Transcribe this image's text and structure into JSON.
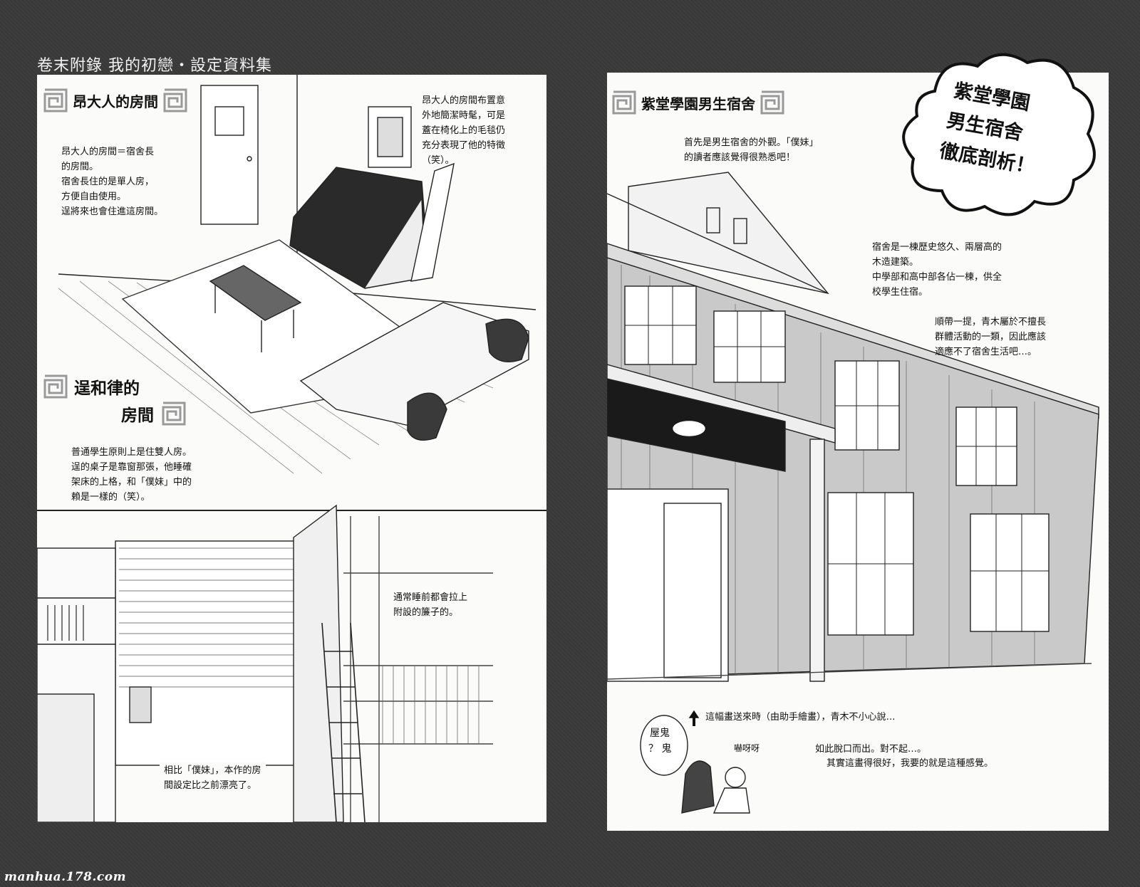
{
  "page_header": "卷末附錄 我的初戀・設定資料集",
  "left": {
    "room1_title": "昂大人的房間",
    "room1_note_a": "昂大人的房間＝宿舍長\n的房間。\n宿舍長住的是單人房，\n方便自由使用。\n逞將來也會住進這房間。",
    "room1_note_b": "昂大人的房間布置意\n外地簡潔時髦，可是\n蓋在椅化上的毛毯仍\n充分表現了他的特徵\n（笑）。",
    "room2_title_1": "逞和律的",
    "room2_title_2": "房間",
    "room2_note": "普通學生原則上是住雙人房。\n逞的桌子是靠窗那張，他睡確\n架床的上格，和「僕妹」中的\n賴是一樣的（笑）。",
    "curtain_note": "通常睡前都會拉上\n附設的簾子的。",
    "compare_note": "相比「僕妹」，本作的房\n間設定比之前漂亮了。"
  },
  "right": {
    "dorm_title": "紫堂學園男生宿舍",
    "exterior_note": "首先是男生宿舍的外觀。「僕妹」\n的讀者應該覺得很熟悉吧！",
    "history_note": "宿舍是一棟歷史悠久、兩層高的\n木造建築。\n中學部和高中部各佔一棟，供全\n校學生住宿。",
    "aoki_note": "順帶一提，青木屬於不擅長\n群體活動的一類，因此應該\n適應不了宿舍生活吧…。",
    "cloud_line1": "紫堂學園",
    "cloud_line2": "男生宿舍",
    "cloud_line3": "徹底剖析！",
    "arrow_note": "這幅畫送來時（由助手繪畫），青木不小心說…",
    "bubble_text_1": "屋鬼",
    "bubble_text_2": "？ 鬼",
    "sfx_text": "嚇呀呀",
    "apology_note_1": "如此脫口而出。對不起…。",
    "apology_note_2": "其實這畫得很好，我要的就是這種感覺。"
  },
  "watermark": "manhua.178.com"
}
